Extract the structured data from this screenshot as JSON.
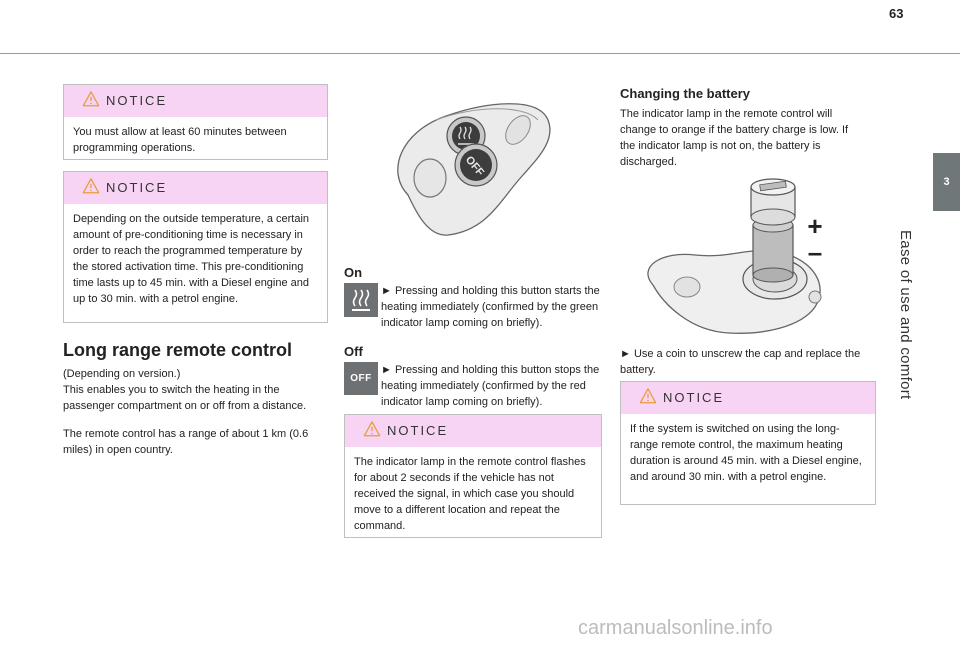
{
  "page": {
    "number": "63"
  },
  "side_tab": {
    "chapter": "3",
    "title": "Ease of use and comfort"
  },
  "notice_label": "NOTICE",
  "notices": {
    "n1": "You must allow at least 60 minutes between programming operations.",
    "n2": "Depending on the outside temperature, a certain amount of pre-conditioning time is necessary in order to reach the programmed temperature by the stored activation time. This pre-conditioning time lasts up to 45 min. with a Diesel engine and up to 30 min. with a petrol engine.",
    "n3": "The indicator lamp in the remote control flashes for about 2 seconds if the vehicle has not received the signal, in which case you should move to a different location and repeat the command.",
    "n4": "If the system is switched on using the long-range remote control, the maximum heating duration is around 45 min. with a Diesel engine, and around 30 min. with a petrol engine."
  },
  "left": {
    "heading": "Long range remote control",
    "p1": "(Depending on version.)",
    "p2": "This enables you to switch the heating in the passenger compartment on or off from a distance.",
    "p3": "The remote control has a range of about 1 km (0.6 miles) in open country."
  },
  "middle": {
    "on_heading": "On",
    "on_text": "► Pressing and holding this button starts the heating immediately (confirmed by the green indicator lamp coming on briefly).",
    "off_heading": "Off",
    "off_text": "► Pressing and holding this button stops the heating immediately (confirmed by the red indicator lamp coming on briefly).",
    "off_icon_label": "OFF",
    "remote_off_label": "OFF"
  },
  "right": {
    "heading": "Changing the battery",
    "intro": "The indicator lamp in the remote control will change to orange if the battery charge is low. If the indicator lamp is not on, the battery is discharged.",
    "step": "► Use a coin to unscrew the cap and replace the battery.",
    "plus": "+",
    "minus": "–"
  },
  "watermark": "carmanualsonline.info",
  "colors": {
    "notice_header": "#f8d4f4",
    "tab": "#6f7779",
    "warning_icon": "#e89a3c"
  }
}
